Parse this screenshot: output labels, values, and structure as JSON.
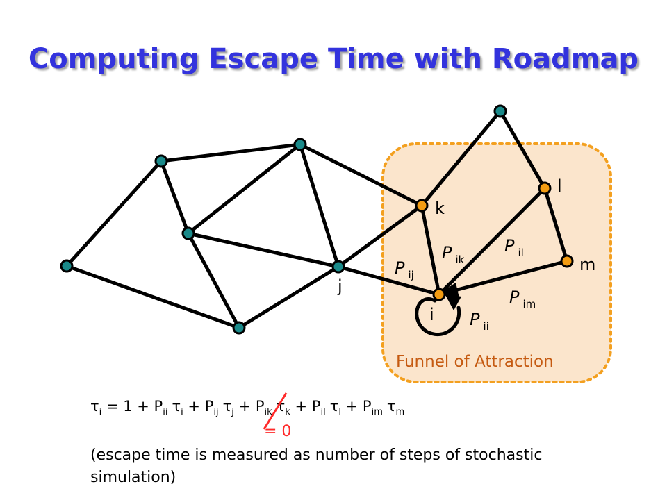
{
  "title": "Computing Escape Time with Roadmap",
  "funnel_label": "Funnel of Attraction",
  "colors": {
    "title": "#3333dd",
    "node_outside": "#1a8a8a",
    "node_inside": "#f39c12",
    "funnel_fill": "#fbe5cc",
    "funnel_border": "#f3a020",
    "funnel_text": "#c55a11",
    "strike": "#ff2a2a"
  },
  "node_labels": {
    "i": "i",
    "j": "j",
    "k": "k",
    "l": "l",
    "m": "m"
  },
  "edge_labels": [
    {
      "id": "pij",
      "main": "P",
      "sub": "ij"
    },
    {
      "id": "pik",
      "main": "P",
      "sub": "ik"
    },
    {
      "id": "pil",
      "main": "P",
      "sub": "il"
    },
    {
      "id": "pim",
      "main": "P",
      "sub": "im"
    },
    {
      "id": "pii",
      "main": "P",
      "sub": "ii"
    }
  ],
  "equation": {
    "tau": "τ",
    "equals_one": " = 1 + ",
    "plus": " + ",
    "sub_i": "i",
    "sub_ii": "ii",
    "sub_ij": "ij",
    "sub_j": "j",
    "sub_ik": "ik",
    "sub_k": "k",
    "sub_il": "il",
    "sub_l": "l",
    "sub_im": "im",
    "sub_m": "m",
    "p": "P",
    "zero_note": "= 0"
  },
  "note": "(escape time is measured as number of steps of stochastic simulation)"
}
